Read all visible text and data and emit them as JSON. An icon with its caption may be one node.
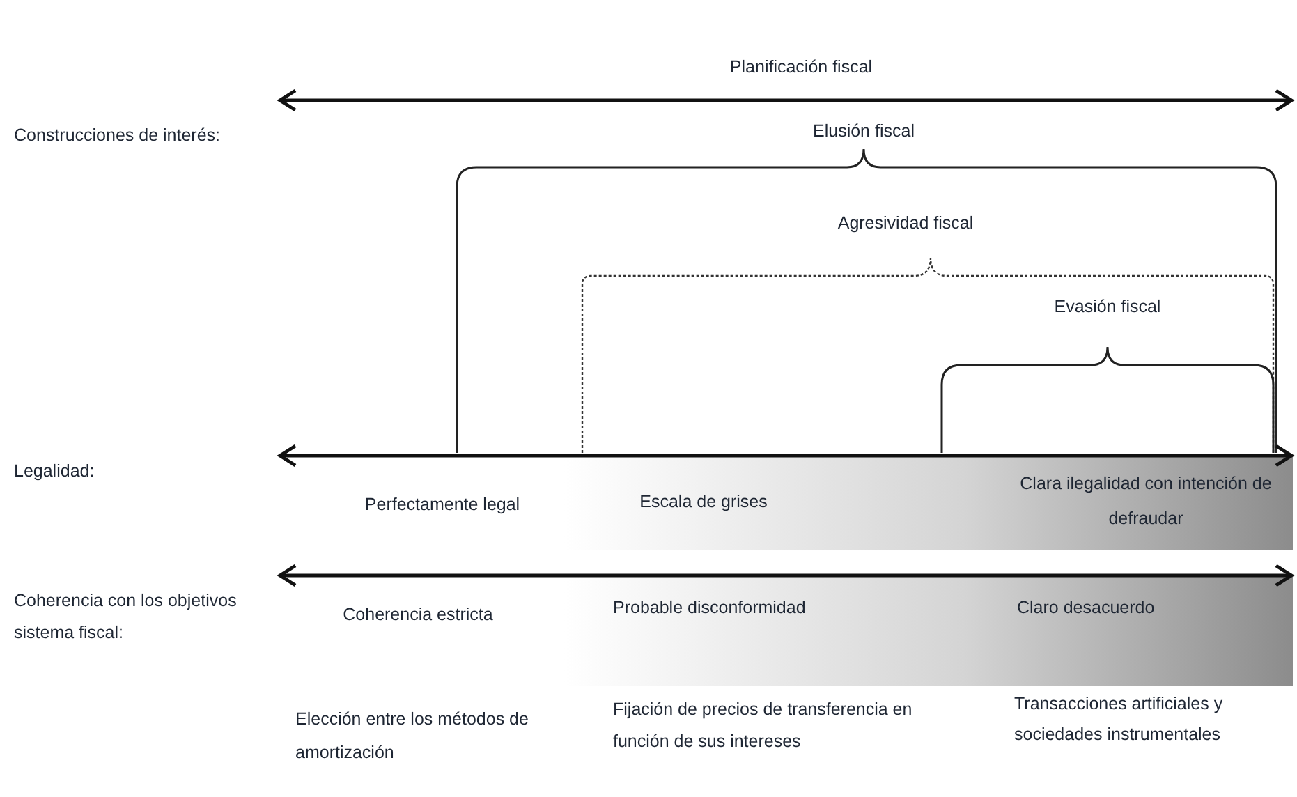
{
  "diagram": {
    "labels": [
      "Planificación fiscal",
      "Construcciones de interés:",
      "Elusión fiscal",
      "Agresividad fiscal",
      "Evasión fiscal",
      "Legalidad:",
      "Perfectamente legal",
      "Escala de grises",
      "Clara ilegalidad con intención de  defraudar",
      "Coherencia con los objetivos sistema fiscal:",
      "Coherencia estricta",
      "Probable disconformidad",
      "Claro desacuerdo",
      "Elección entre los métodos de amortización",
      "Fijación de precios de transferencia en función de sus intereses",
      "Transacciones artificiales y sociedades instrumentales"
    ]
  }
}
